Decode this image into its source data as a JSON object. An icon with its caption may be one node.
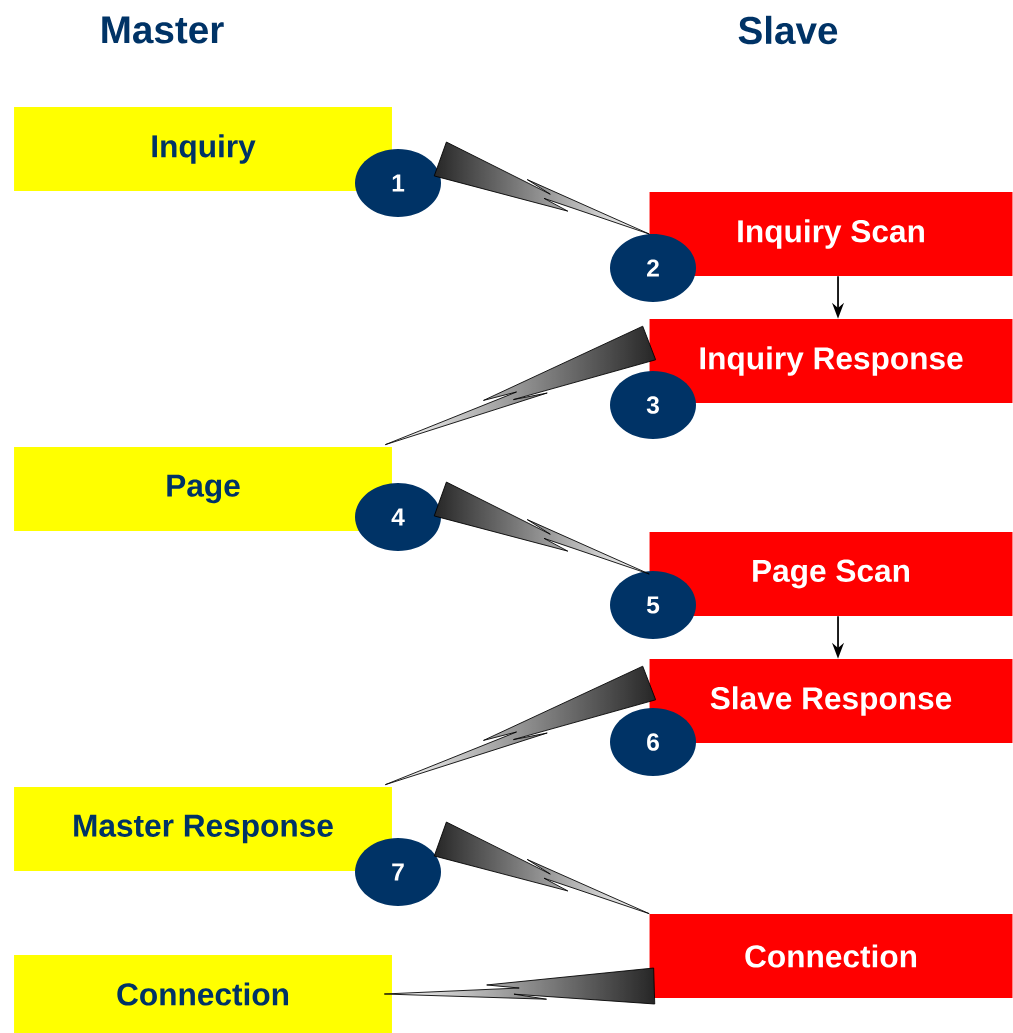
{
  "diagram": {
    "nodes": [
      {
        "text": [
          "Inquiry"
        ]
      },
      {
        "text": [
          "1"
        ]
      },
      {
        "text": [
          "Inquiry Scan"
        ]
      },
      {
        "text": [
          "2"
        ]
      },
      {
        "text": [
          "Inquiry Response"
        ]
      },
      {
        "text": [
          "3"
        ]
      },
      {
        "text": [
          "Page"
        ]
      },
      {
        "text": [
          "4"
        ]
      },
      {
        "text": [
          "Page Scan"
        ]
      },
      {
        "text": [
          "5"
        ]
      },
      {
        "text": [
          "Slave Response"
        ]
      },
      {
        "text": [
          "6"
        ]
      },
      {
        "text": [
          "Master Response"
        ]
      },
      {
        "text": [
          "7"
        ]
      },
      {
        "text": [
          "Connection"
        ]
      },
      {
        "text": [
          "Connection"
        ]
      }
    ],
    "edges": [
      {
        "from": 0,
        "to": 2,
        "arrow": "none",
        "style": "thick"
      },
      {
        "from": 2,
        "to": 4,
        "arrow": "to"
      },
      {
        "from": 4,
        "to": 6,
        "arrow": "none",
        "style": "thick"
      },
      {
        "from": 6,
        "to": 8,
        "arrow": "none",
        "style": "thick"
      },
      {
        "from": 8,
        "to": 10,
        "arrow": "to"
      },
      {
        "from": 10,
        "to": 12,
        "arrow": "none",
        "style": "thick"
      },
      {
        "from": 12,
        "to": 14,
        "arrow": "none",
        "style": "thick"
      },
      {
        "from": 14,
        "to": 15,
        "arrow": "none",
        "style": "thick"
      }
    ],
    "labels": [
      "Master",
      "Slave"
    ]
  }
}
